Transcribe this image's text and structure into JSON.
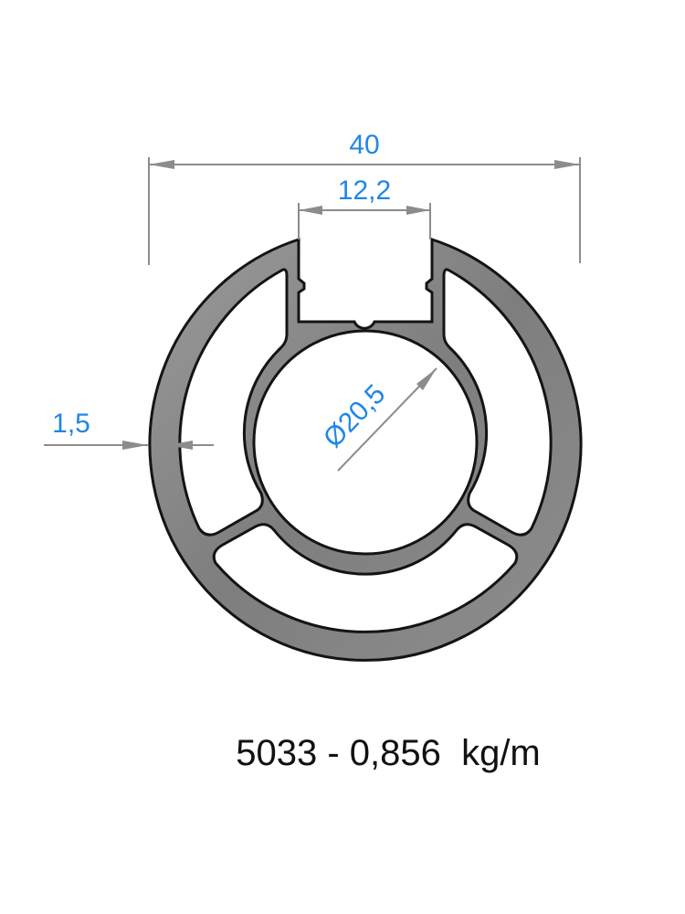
{
  "dimensions": {
    "outer_width": "40",
    "slot_width": "12,2",
    "bore_diameter": "Ø20,5",
    "wall_thickness": "1,5"
  },
  "caption": "5033 - 0,856  kg/m",
  "colors": {
    "profile_fill": "#8a8a8a",
    "profile_stroke": "#141414",
    "dimension_line": "#8c8c8c",
    "dimension_text": "#1f86e8",
    "caption_text": "#111111"
  }
}
